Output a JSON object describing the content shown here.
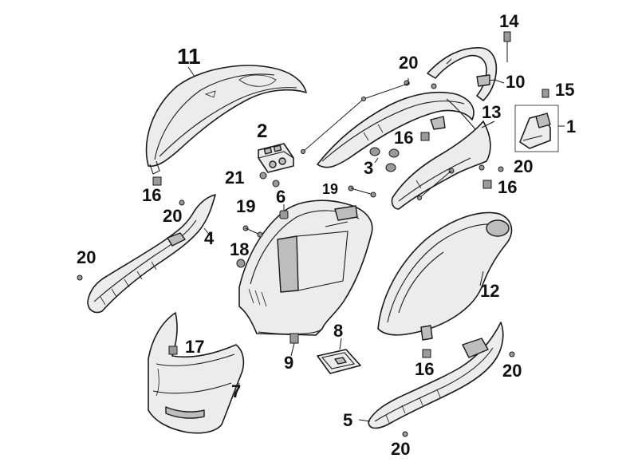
{
  "diagram": {
    "callouts": [
      {
        "id": "c1",
        "text": "1"
      },
      {
        "id": "c2",
        "text": "2"
      },
      {
        "id": "c3",
        "text": "3"
      },
      {
        "id": "c4",
        "text": "4"
      },
      {
        "id": "c5",
        "text": "5"
      },
      {
        "id": "c6",
        "text": "6"
      },
      {
        "id": "c7",
        "text": "7"
      },
      {
        "id": "c8",
        "text": "8"
      },
      {
        "id": "c9",
        "text": "9"
      },
      {
        "id": "c10",
        "text": "10"
      },
      {
        "id": "c11",
        "text": "11"
      },
      {
        "id": "c12",
        "text": "12"
      },
      {
        "id": "c13",
        "text": "13"
      },
      {
        "id": "c14",
        "text": "14"
      },
      {
        "id": "c15",
        "text": "15"
      },
      {
        "id": "c16a",
        "text": "16"
      },
      {
        "id": "c16b",
        "text": "16"
      },
      {
        "id": "c16c",
        "text": "16"
      },
      {
        "id": "c16d",
        "text": "16"
      },
      {
        "id": "c17",
        "text": "17"
      },
      {
        "id": "c18",
        "text": "18"
      },
      {
        "id": "c19a",
        "text": "19"
      },
      {
        "id": "c19b",
        "text": "19"
      },
      {
        "id": "c20a",
        "text": "20"
      },
      {
        "id": "c20b",
        "text": "20"
      },
      {
        "id": "c20c",
        "text": "20"
      },
      {
        "id": "c20d",
        "text": "20"
      },
      {
        "id": "c20e",
        "text": "20"
      },
      {
        "id": "c20f",
        "text": "20"
      },
      {
        "id": "c21",
        "text": "21"
      }
    ]
  }
}
